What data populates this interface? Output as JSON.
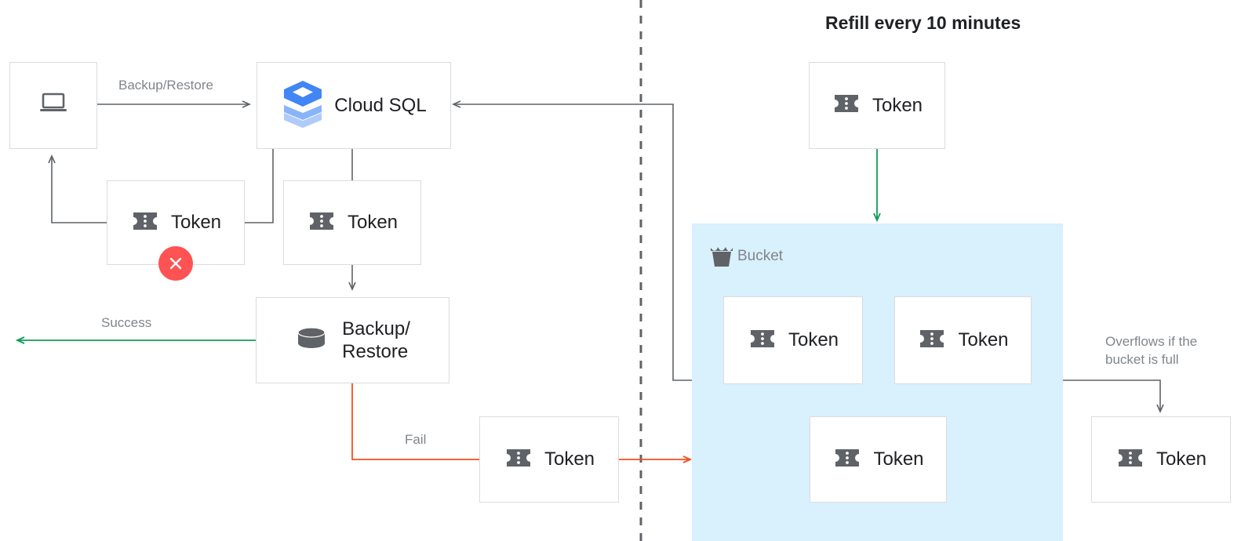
{
  "title": "Refill every 10 minutes",
  "colors": {
    "green": "#0f9d58",
    "red": "#f4511e",
    "red_soft": "#ff5252",
    "gray_line": "#5f6368",
    "box_border": "#dadce0",
    "bucket_fill": "#d9f0fd",
    "label_gray": "#80868b",
    "text_dark": "#202124",
    "token_icon": "#5f6368",
    "cloudsql_blue": "#4285f4"
  },
  "nodes": {
    "client": {
      "icon": "laptop-icon",
      "label": ""
    },
    "cloud_sql": {
      "icon": "cloud-sql-icon",
      "label": "Cloud SQL"
    },
    "token_rejected": {
      "icon": "token-icon",
      "label": "Token",
      "badge": "error-x-badge"
    },
    "token_consumed": {
      "icon": "token-icon",
      "label": "Token"
    },
    "backup_restore": {
      "icon": "database-icon",
      "label": "Backup/\nRestore",
      "line1": "Backup/",
      "line2": "Restore"
    },
    "token_fail": {
      "icon": "token-icon",
      "label": "Token"
    },
    "token_refill": {
      "icon": "token-icon",
      "label": "Token"
    },
    "token_overflow": {
      "icon": "token-icon",
      "label": "Token"
    }
  },
  "bucket": {
    "icon": "bucket-icon",
    "label": "Bucket",
    "tokens": [
      {
        "icon": "token-icon",
        "label": "Token"
      },
      {
        "icon": "token-icon",
        "label": "Token"
      },
      {
        "icon": "token-icon",
        "label": "Token"
      }
    ]
  },
  "edges": {
    "backup_restore": "Backup/Restore",
    "success": "Success",
    "fail": "Fail",
    "overflow_line1": "Overflows if the",
    "overflow_line2": "bucket is full"
  }
}
